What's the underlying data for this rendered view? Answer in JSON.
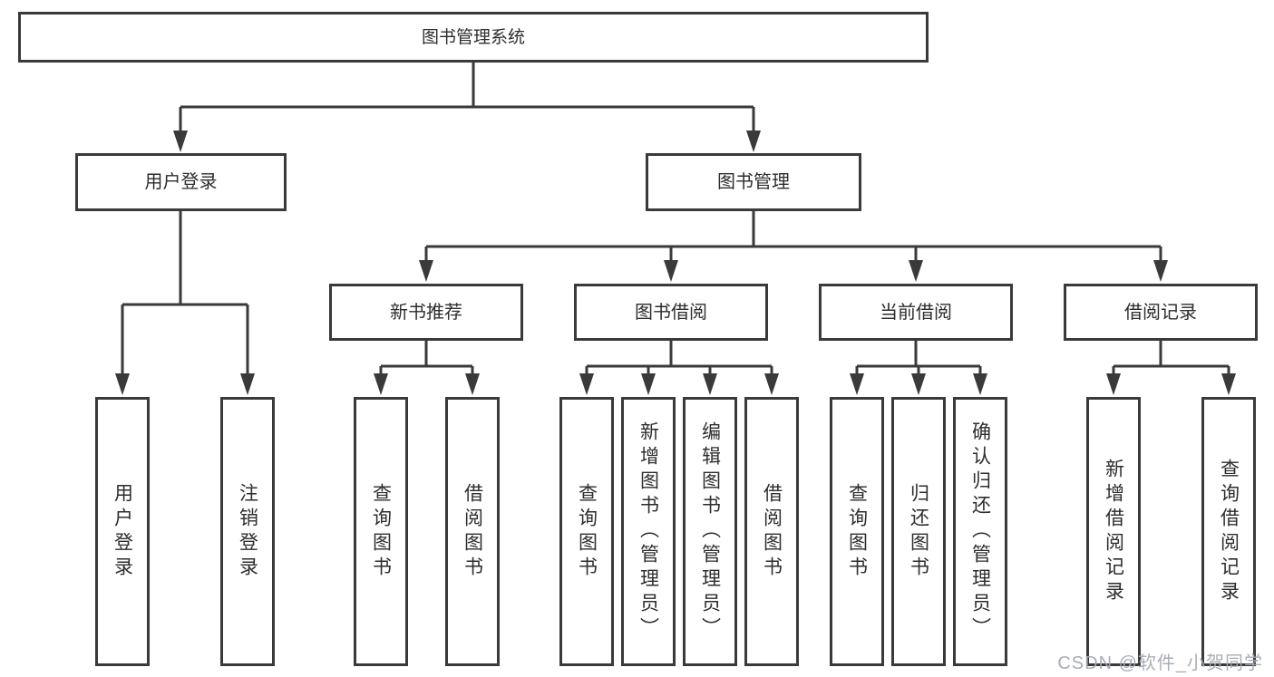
{
  "diagram": {
    "root": {
      "label": "图书管理系统"
    },
    "level2": [
      {
        "label": "用户登录"
      },
      {
        "label": "图书管理"
      }
    ],
    "level3": [
      {
        "label": "新书推荐"
      },
      {
        "label": "图书借阅"
      },
      {
        "label": "当前借阅"
      },
      {
        "label": "借阅记录"
      }
    ],
    "leaves": [
      {
        "label": "用户登录"
      },
      {
        "label": "注销登录"
      },
      {
        "label": "查询图书"
      },
      {
        "label": "借阅图书"
      },
      {
        "label": "查询图书"
      },
      {
        "label": "新增图书（管理员）"
      },
      {
        "label": "编辑图书（管理员）"
      },
      {
        "label": "借阅图书"
      },
      {
        "label": "查询图书"
      },
      {
        "label": "归还图书"
      },
      {
        "label": "确认归还（管理员）"
      },
      {
        "label": "新增借阅记录"
      },
      {
        "label": "查询借阅记录"
      }
    ]
  },
  "watermark": {
    "text": "CSDN @软件_小贺同学"
  },
  "colors": {
    "background": "#ffffff",
    "line": "#3a3a3a",
    "box_border": "#3a3a3a",
    "text": "#2d2d2d",
    "watermark": "#a4a9b4"
  }
}
